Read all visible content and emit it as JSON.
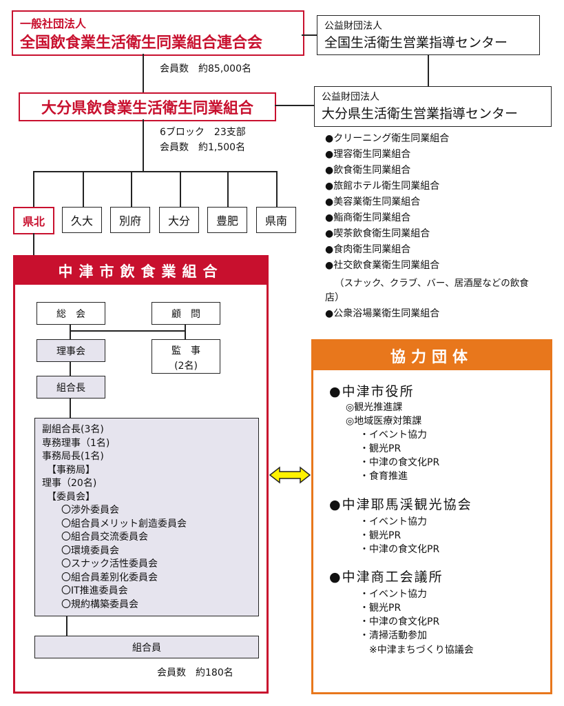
{
  "national_federation": {
    "type": "一般社団法人",
    "name": "全国飲食業生活衛生同業組合連合会"
  },
  "national_center": {
    "type": "公益財団法人",
    "name": "全国生活衛生営業指導センター"
  },
  "national_members": "会員数　約85,000名",
  "prefecture_union": {
    "name": "大分県飲食業生活衛生同業組合"
  },
  "prefecture_center": {
    "type": "公益財団法人",
    "name": "大分県生活衛生営業指導センター"
  },
  "prefecture_stats": {
    "blocks": "6ブロック　23支部",
    "members": "会員数　約1,500名"
  },
  "blocks": [
    "県北",
    "久大",
    "別府",
    "大分",
    "豊肥",
    "県南"
  ],
  "related_unions": [
    "●クリーニング衛生同業組合",
    "●理容衛生同業組合",
    "●飲食衛生同業組合",
    "●旅館ホテル衛生同業組合",
    "●美容業衛生同業組合",
    "●鮨商衛生同業組合",
    "●喫茶飲食衛生同業組合",
    "●食肉衛生同業組合",
    "●社交飲食業衛生同業組合",
    "（スナック、クラブ、バー、居酒屋などの飲食",
    "店）",
    "●公衆浴場業衛生同業組合"
  ],
  "nakatsu": {
    "title": "中津市飲食業組合",
    "general_meeting": "総　会",
    "advisor": "顧　問",
    "board": "理事会",
    "auditor_line1": "監　事",
    "auditor_line2": "(2名)",
    "chairman": "組合長",
    "officers": [
      "副組合長(3名)",
      "専務理事（1名)",
      "事務局長(1名)",
      "　【事務局】",
      "理事（20名)",
      "　【委員会】",
      "　　〇渉外委員会",
      "　　〇組合員メリット創造委員会",
      "　　〇組合員交流委員会",
      "　　〇環境委員会",
      "　　〇スナック活性委員会",
      "　　〇組合員差別化委員会",
      "　　〇IT推進委員会",
      "　　〇規約構築委員会"
    ],
    "members_box": "組合員",
    "members_count": "会員数　約180名"
  },
  "partners": {
    "title": "協力団体",
    "groups": [
      {
        "name": "●中津市役所",
        "lines": [
          "◎観光推進課",
          "◎地域医療対策課",
          "・イベント協力",
          "・観光PR",
          "・中津の食文化PR",
          "・食育推進"
        ]
      },
      {
        "name": "●中津耶馬渓観光協会",
        "lines": [
          "・イベント協力",
          "・観光PR",
          "・中津の食文化PR"
        ]
      },
      {
        "name": "●中津商工会議所",
        "lines": [
          "・イベント協力",
          "・観光PR",
          "・中津の食文化PR",
          "・清掃活動参加",
          "※中津まちづくり協議会"
        ]
      }
    ]
  },
  "colors": {
    "red": "#c8102e",
    "orange": "#e8771c",
    "gray_box": "#e6e4ee",
    "arrow_fill": "#fff200"
  }
}
